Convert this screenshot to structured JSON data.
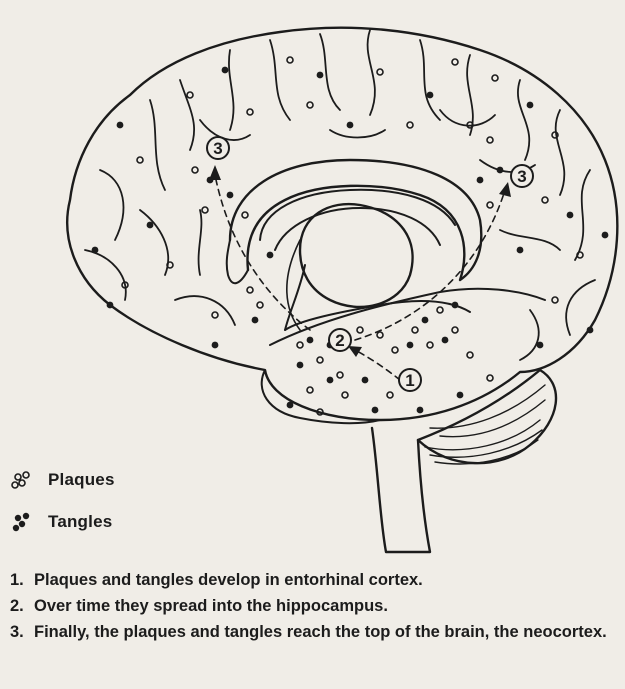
{
  "legend": {
    "plaques": "Plaques",
    "tangles": "Tangles"
  },
  "stage_markers": [
    "1",
    "2",
    "3",
    "3"
  ],
  "steps": [
    {
      "num": "1.",
      "text": "Plaques and tangles develop in entorhinal cortex."
    },
    {
      "num": "2.",
      "text": "Over time they spread into the hippocampus."
    },
    {
      "num": "3.",
      "text": "Finally, the plaques and tangles reach the top of the brain, the neocortex."
    }
  ],
  "colors": {
    "ink": "#1c1c1c",
    "paper": "#f0ede7"
  }
}
